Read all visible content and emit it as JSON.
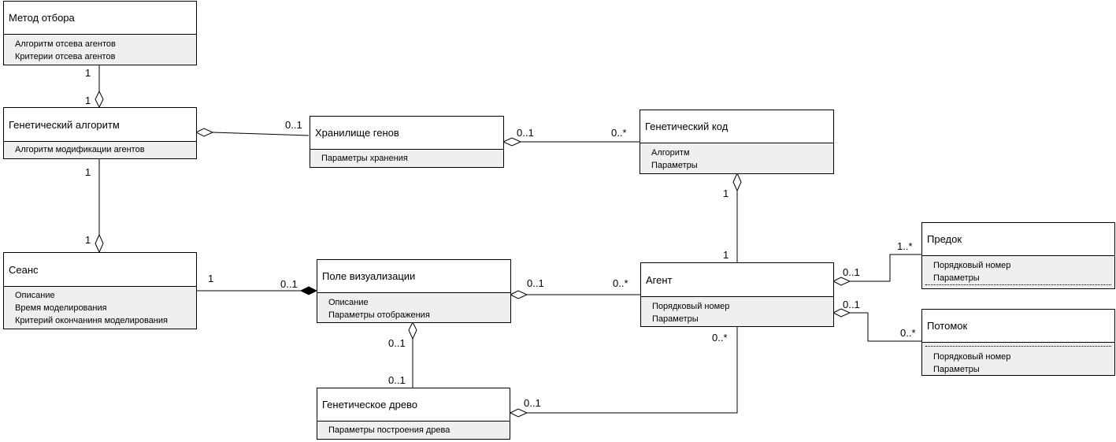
{
  "classes": {
    "selection_method": {
      "name": "Метод отбора",
      "attrs": [
        "Алгоритм отсева агентов",
        "Критерии отсева агентов"
      ]
    },
    "genetic_algorithm": {
      "name": "Генетический алгоритм",
      "attrs": [
        "Алгоритм модификации агентов"
      ]
    },
    "gene_storage": {
      "name": "Хранилище генов",
      "attrs": [
        "Параметры хранения"
      ]
    },
    "genetic_code": {
      "name": "Генетический код",
      "attrs": [
        "Алгоритм",
        "Параметры"
      ]
    },
    "session": {
      "name": "Сеанс",
      "attrs": [
        "Описание",
        "Время моделирования",
        "Критерий окончаниня моделирования"
      ]
    },
    "visualization_field": {
      "name": "Поле визуализации",
      "attrs": [
        "Описание",
        "Параметры отображения"
      ]
    },
    "agent": {
      "name": "Агент",
      "attrs": [
        "Порядковый номер",
        "Параметры"
      ]
    },
    "ancestor": {
      "name": "Предок",
      "attrs": [
        "Порядковый номер",
        "Параметры"
      ]
    },
    "descendant": {
      "name": "Потомок",
      "attrs": [
        "Порядковый номер",
        "Параметры"
      ]
    },
    "genetic_tree": {
      "name": "Генетическое древо",
      "attrs": [
        "Параметры построения древа"
      ]
    }
  },
  "multiplicities": {
    "selection_top": "1",
    "selection_bottom": "1",
    "ga_gene_storage": "0..1",
    "ga_to_session": "1",
    "session_from_ga": "1",
    "storage_to_code": "0..1",
    "code_from_storage": "0..*",
    "code_bottom": "1",
    "agent_top": "1",
    "session_to_field": "1",
    "field_from_session": "0..1",
    "field_to_agent": "0..1",
    "agent_from_field": "0..*",
    "field_bottom": "0..1",
    "tree_top": "0..1",
    "agent_to_ancestor": "0..1",
    "ancestor_mult": "1..*",
    "agent_to_descendant": "0..1",
    "descendant_mult": "0..*",
    "agent_bottom": "0..*",
    "tree_to_agent": "0..1"
  }
}
